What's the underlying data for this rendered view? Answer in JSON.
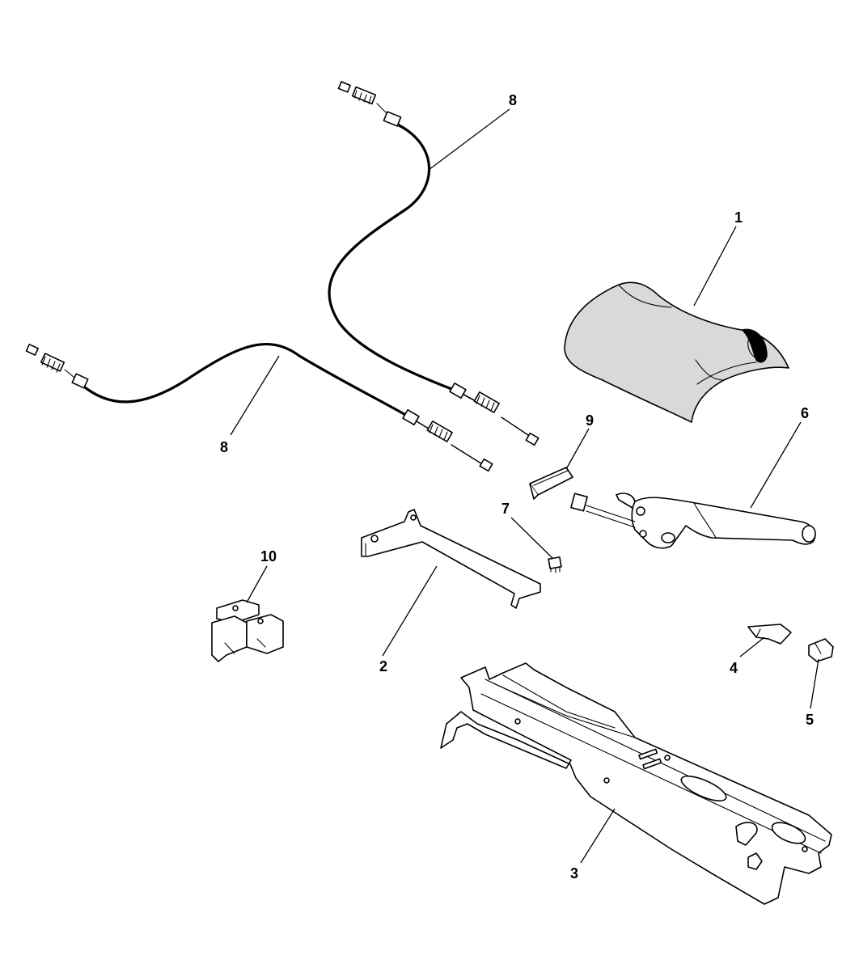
{
  "diagram": {
    "colors": {
      "line": "#000000",
      "background": "#ffffff",
      "boot_fill": "#d9d9d9"
    },
    "callouts": {
      "c1": "1",
      "c2": "2",
      "c3": "3",
      "c4": "4",
      "c5": "5",
      "c6": "6",
      "c7": "7",
      "c8a": "8",
      "c8b": "8",
      "c9": "9",
      "c10": "10"
    }
  }
}
